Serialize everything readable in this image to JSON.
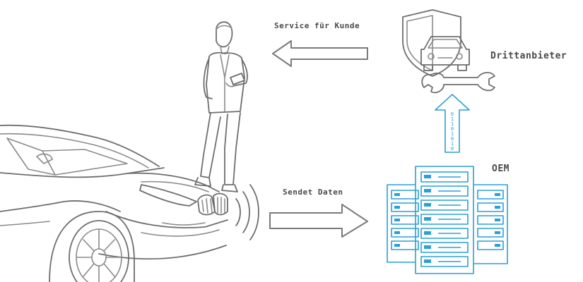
{
  "labels": {
    "service": "Service für Kunde",
    "third_party": "Drittanbieter",
    "oem": "OEM",
    "sends_data": "Sendet Daten"
  },
  "binary_bits": [
    "0",
    "1",
    "1",
    "0",
    "1",
    "0",
    "1",
    "0"
  ],
  "colors": {
    "sketch_gray": "#8a8a8a",
    "label_text": "#4a4a4a",
    "server_blue": "#2a9fd8"
  },
  "icons": [
    "car-front-sketch",
    "person-with-phone-sketch",
    "wireless-signal-icon",
    "shield-car-icon",
    "wrench-icon",
    "server-rack-icon"
  ]
}
